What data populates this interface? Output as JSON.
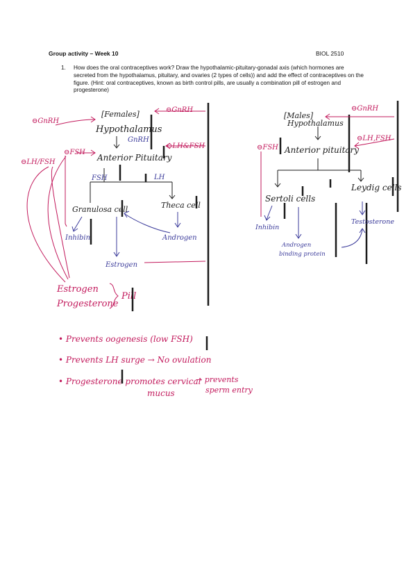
{
  "header": {
    "title": "Group activity – Week 10",
    "course": "BIOL 2510"
  },
  "question": {
    "number": "1.",
    "text": "How does the oral contraceptives work? Draw the hypothalamic-pituitary-gonadal axis (which hormones are secreted from the hypothalamus, pituitary, and ovaries (2 types of cells)) and add the effect of contraceptives on the figure. (Hint: oral contraceptives, known as birth control pills, are usually a combination pill of estrogen and progesterone)"
  },
  "female_diagram": {
    "heading": "[Females]",
    "hypothalamus": "Hypothalamus",
    "gnrh": "GnRH",
    "anterior_pituitary": "Anterior Pituitary",
    "fsh": "FSH",
    "lh": "LH",
    "granulosa": "Granulosa cell",
    "theca": "Theca cell",
    "inhibin": "Inhibin",
    "androgen": "Androgen",
    "estrogen": "Estrogen",
    "neg_gnrh_left": "⊖GnRH",
    "neg_gnrh_right": "⊖GnRH",
    "neg_lh_fsh_left": "⊖LH/FSH",
    "neg_fsh": "⊖FSH",
    "neg_lh_fsh_right": "⊖LH&FSH"
  },
  "male_diagram": {
    "heading": "[Males]",
    "hypothalamus": "Hypothalamus",
    "anterior_pituitary": "Anterior pituitary",
    "sertoli": "Sertoli cells",
    "leydig": "Leydig cells",
    "inhibin": "Inhibin",
    "testosterone": "Testosterone",
    "abp_line1": "Androgen",
    "abp_line2": "binding protein",
    "neg_gnrh": "⊖GnRH",
    "neg_fsh": "⊖FSH",
    "neg_lh_fsh": "⊖LH,FSH"
  },
  "pill": {
    "estrogen": "Estrogen",
    "progesterone": "Progesterone",
    "label": "Pill"
  },
  "effects": [
    "• Prevents oogenesis (low FSH)",
    "• Prevents LH surge → No ovulation",
    "• Progesterone promotes cervical",
    "mucus",
    "→ prevents",
    "sperm entry"
  ],
  "colors": {
    "black_ink": "#1a1a1a",
    "red_ink": "#c2185b",
    "blue_ink": "#3a3a9a"
  }
}
